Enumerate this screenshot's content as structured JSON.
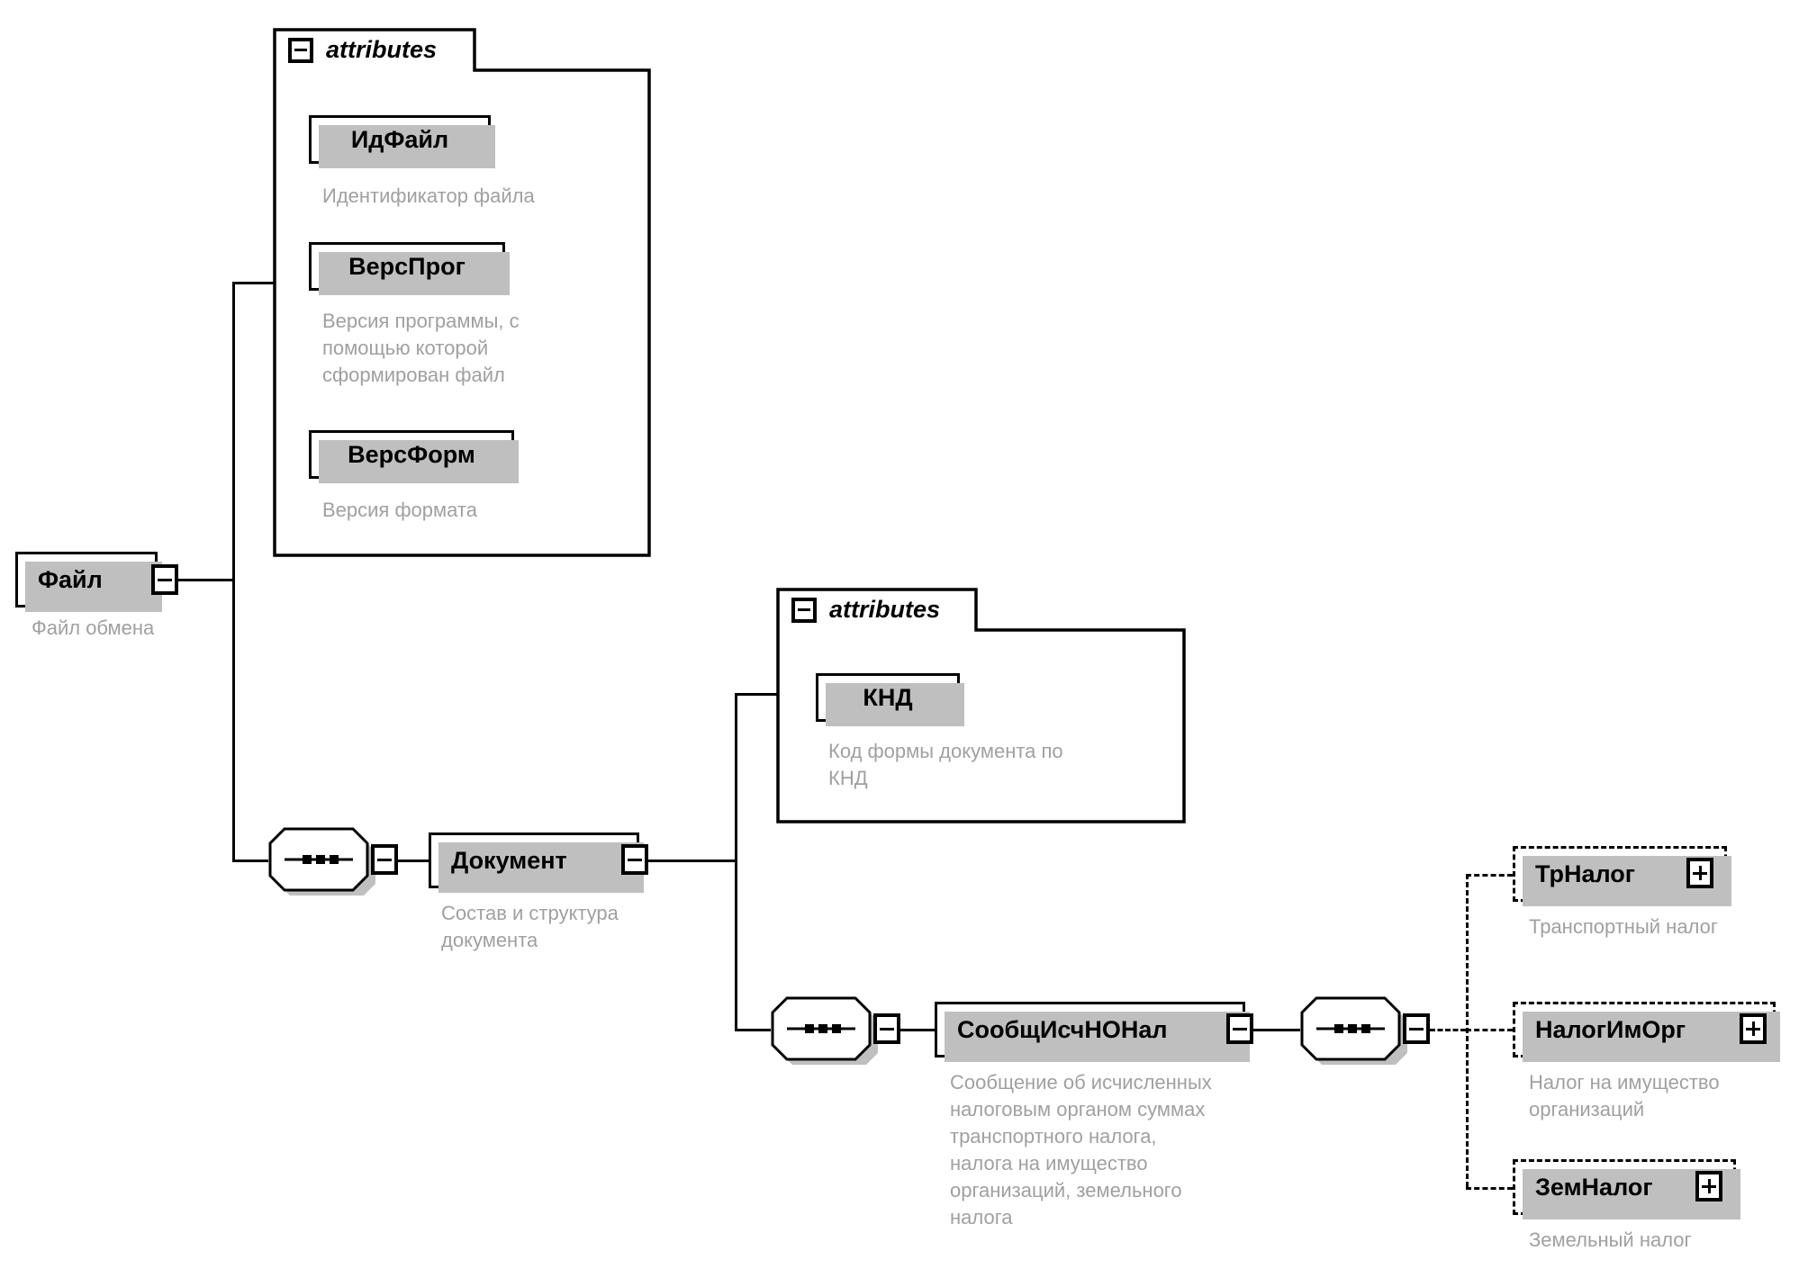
{
  "diagram": {
    "type": "xml-schema-tree",
    "root": {
      "name": "Файл",
      "doc": "Файл обмена",
      "toggle": "minus"
    },
    "root_attributes": {
      "title": "attributes",
      "toggle": "minus",
      "items": [
        {
          "name": "ИдФайл",
          "doc": "Идентификатор файла"
        },
        {
          "name": "ВерсПрог",
          "doc": "Версия программы, с\nпомощью которой\nсформирован файл"
        },
        {
          "name": "ВерсФорм",
          "doc": "Версия формата"
        }
      ]
    },
    "document_node": {
      "name": "Документ",
      "doc": "Состав и структура\nдокумента",
      "toggle": "minus",
      "connector": "sequence"
    },
    "document_attributes": {
      "title": "attributes",
      "toggle": "minus",
      "items": [
        {
          "name": "КНД",
          "doc": "Код формы документа по\nКНД"
        }
      ]
    },
    "message_node": {
      "name": "СообщИсчНОНал",
      "doc": "Сообщение об исчисленных\nналоговым органом суммах\nтранспортного налога,\nналога на имущество\nорганизаций, земельного\nналога",
      "toggle": "minus",
      "connector": "sequence"
    },
    "children": {
      "connector": "sequence",
      "items": [
        {
          "name": "ТрНалог",
          "doc": "Транспортный налог",
          "toggle": "plus",
          "optional": true
        },
        {
          "name": "НалогИмОрг",
          "doc": "Налог на имущество\nорганизаций",
          "toggle": "plus",
          "optional": true
        },
        {
          "name": "ЗемНалог",
          "doc": "Земельный налог",
          "toggle": "plus",
          "optional": true
        }
      ]
    },
    "colors": {
      "stroke": "#000000",
      "shadow": "#bfbfbf",
      "doc_text": "#a0a0a0",
      "background": "#ffffff"
    }
  }
}
